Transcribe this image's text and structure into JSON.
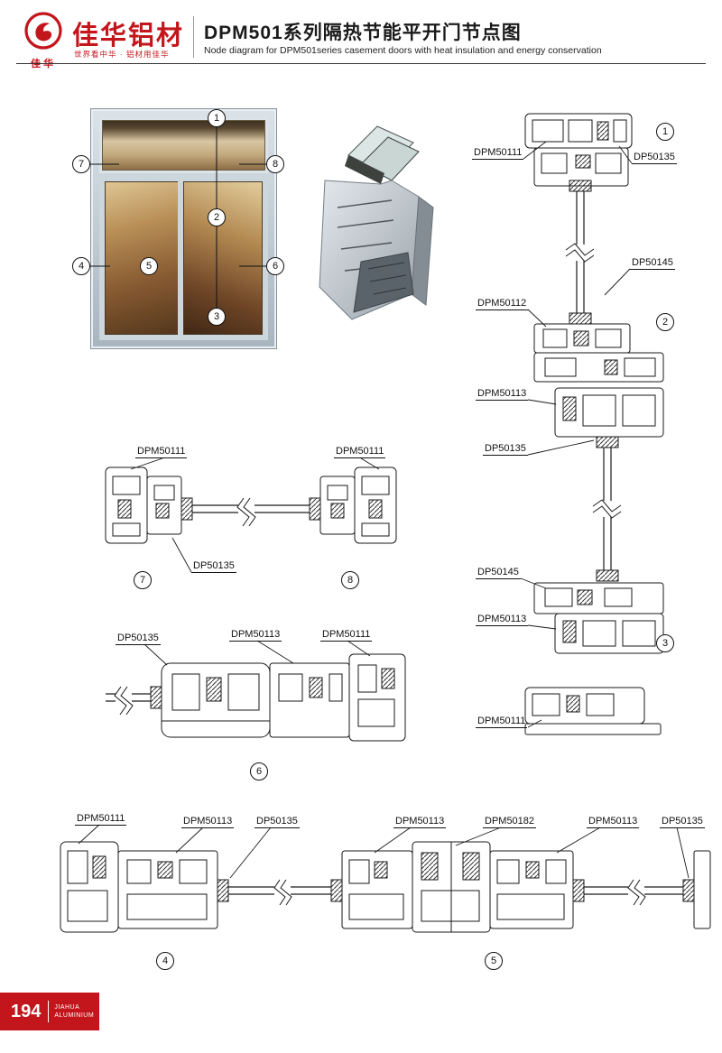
{
  "header": {
    "logo_cn": "佳华",
    "brand_title": "佳华铝材",
    "slogan": "世界看中华 · 铝材用佳华",
    "title_cn": "DPM501系列隔热节能平开门节点图",
    "title_en": "Node diagram for DPM501series casement doors with heat insulation and energy conservation"
  },
  "window": {
    "callouts": [
      "1",
      "2",
      "3",
      "4",
      "5",
      "6",
      "7",
      "8"
    ]
  },
  "sections": {
    "vertical": {
      "labels": [
        "DPM50111",
        "DP50135",
        "DP50145",
        "DPM50112",
        "DPM50113",
        "DP50135",
        "DP50145",
        "DPM50113",
        "DPM50111"
      ],
      "callouts": [
        "1",
        "2",
        "3"
      ]
    },
    "head": {
      "labels": [
        "DPM50111",
        "DPM50111",
        "DP50135"
      ],
      "callouts": [
        "7",
        "8"
      ]
    },
    "jamb": {
      "labels": [
        "DP50135",
        "DPM50113",
        "DPM50111"
      ],
      "callouts": [
        "6"
      ]
    },
    "sill": {
      "labels": [
        "DPM50111",
        "DPM50113",
        "DP50135",
        "DPM50113",
        "DPM50182",
        "DPM50113",
        "DP50135"
      ],
      "callouts": [
        "4",
        "5"
      ]
    }
  },
  "footer": {
    "page_number": "194",
    "brand_top": "JIAHUA",
    "brand_bottom": "ALUMINIUM"
  },
  "colors": {
    "accent_red": "#c3161c",
    "line": "#1a1a1a"
  }
}
